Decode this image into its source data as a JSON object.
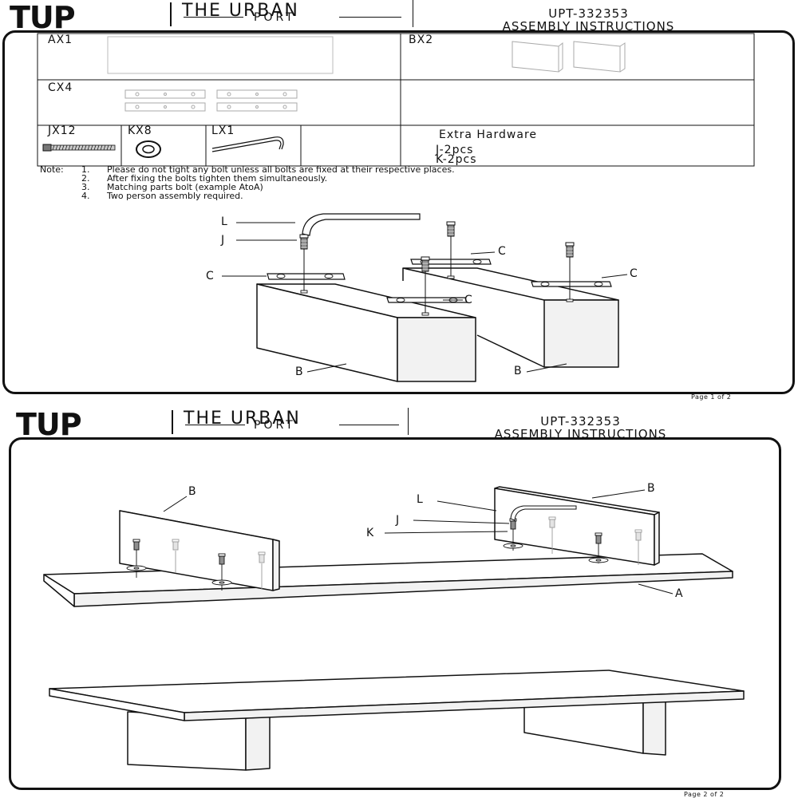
{
  "brand": {
    "logo_text": "TUP",
    "name_line1": "THE URBAN",
    "name_line2": "PORT"
  },
  "document": {
    "product_code": "UPT-332353",
    "title": "ASSEMBLY INSTRUCTIONS"
  },
  "page1": {
    "parts": {
      "ax": "AX1",
      "bx": "BX2",
      "cx": "CX4",
      "jx": "JX12",
      "kx": "KX8",
      "lx": "LX1"
    },
    "extra_hardware": {
      "title": "Extra Hardware",
      "items": [
        "J-2pcs",
        "K-2pcs"
      ]
    },
    "notes": {
      "label": "Note:",
      "items": [
        {
          "num": "1.",
          "text": "Please do not tight any bolt unless all bolts are fixed at their respective places."
        },
        {
          "num": "2.",
          "text": "After fixing the bolts tighten them simultaneously."
        },
        {
          "num": "3.",
          "text": "Matching parts bolt (example AtoA)"
        },
        {
          "num": "4.",
          "text": "Two person assembly required."
        }
      ]
    },
    "callouts": {
      "l": "L",
      "j": "J",
      "c_left": "C",
      "c_mid_top": "C",
      "c_mid_bottom": "C",
      "c_right": "C",
      "b_left": "B",
      "b_right": "B"
    },
    "page_number": "Page 1 of 2"
  },
  "page2": {
    "callouts": {
      "b_left": "B",
      "b_right": "B",
      "l": "L",
      "j": "J",
      "k": "K",
      "a": "A"
    },
    "page_number": "Page 2 of 2"
  },
  "colors": {
    "ink": "#111111",
    "panel_side": "#f2f2f2",
    "hardware_grey": "#9a9a9a"
  }
}
